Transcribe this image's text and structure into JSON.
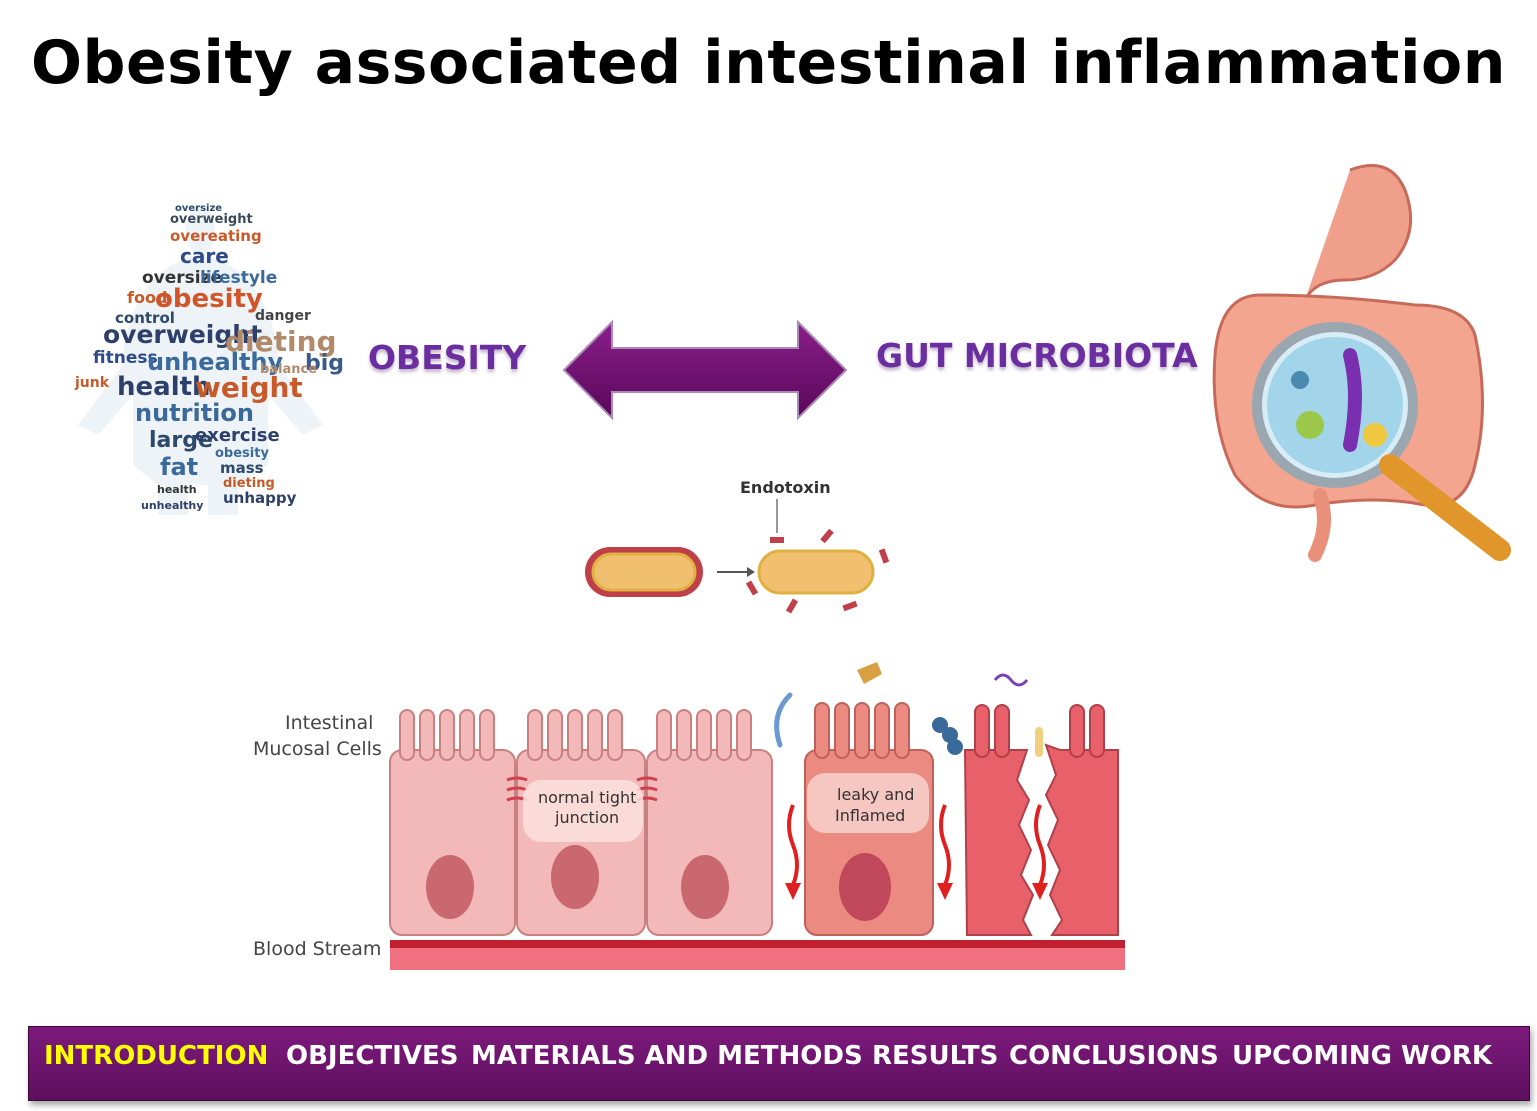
{
  "title": "Obesity associated intestinal inflammation",
  "concepts": {
    "left": "OBESITY",
    "right": "GUT MICROBIOTA"
  },
  "word_cloud": {
    "icon": "word-cloud-person-icon",
    "words": [
      "oversize",
      "overweight",
      "overeating",
      "care",
      "oversize",
      "lifestyle",
      "food",
      "obesity",
      "control",
      "danger",
      "overweight",
      "dieting",
      "fitness",
      "unhealthy",
      "big",
      "junk",
      "health",
      "weight",
      "balance",
      "nutrition",
      "large",
      "exercise",
      "fat",
      "obesity",
      "mass",
      "dieting",
      "health",
      "unhappy",
      "unhealthy"
    ]
  },
  "endotoxin": {
    "label": "Endotoxin",
    "icon": "bacterium-endotoxin-release-icon"
  },
  "intestine": {
    "icon": "intestine-magnifier-icon"
  },
  "mucosa": {
    "cell_label_line1": "Intestinal",
    "cell_label_line2": "Mucosal Cells",
    "blood_label": "Blood Stream",
    "normal_line1": "normal tight",
    "normal_line2": "junction",
    "leaky_line1": "leaky and",
    "leaky_line2": "Inflamed"
  },
  "nav": {
    "items": [
      "INTRODUCTION",
      "OBJECTIVES",
      "MATERIALS AND METHODS",
      "RESULTS",
      "CONCLUSIONS",
      "UPCOMING WORK"
    ],
    "active": "INTRODUCTION"
  },
  "colors": {
    "concept_text": "#6a2ea0",
    "arrow": "#6e0a6e",
    "nav_bg": "#6a126a",
    "nav_active": "#ffff00"
  }
}
